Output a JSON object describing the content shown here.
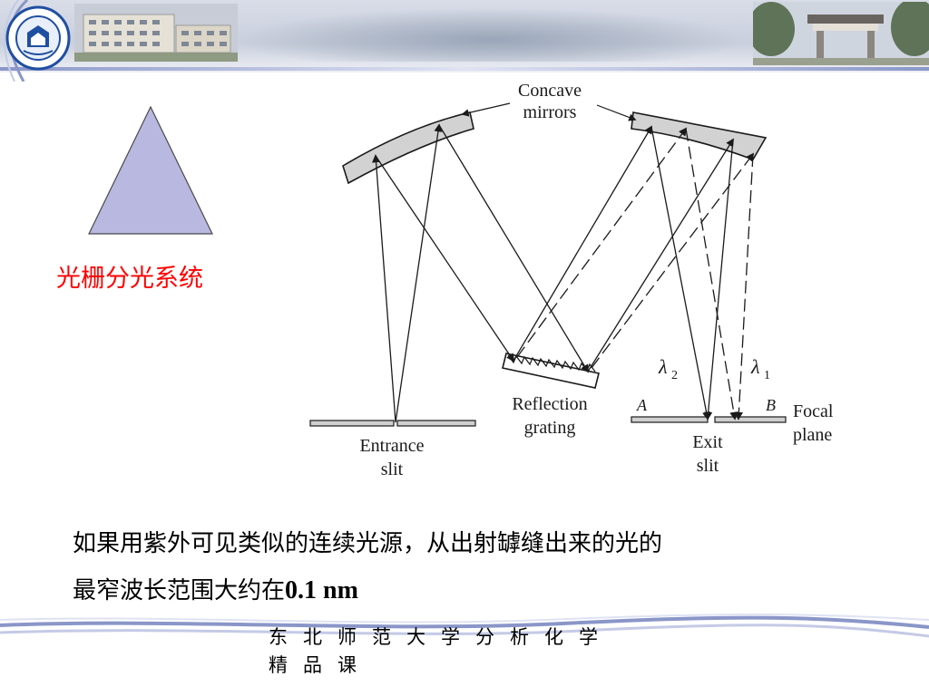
{
  "side_label": "光栅分光系统",
  "diagram": {
    "mirror_label_line1": "Concave",
    "mirror_label_line2": "mirrors",
    "grating_label_line1": "Reflection",
    "grating_label_line2": "grating",
    "entrance_label_line1": "Entrance",
    "entrance_label_line2": "slit",
    "exit_label_line1": "Exit",
    "exit_label_line2": "slit",
    "focal_label_line1": "Focal",
    "focal_label_line2": "plane",
    "point_a": "A",
    "point_b": "B",
    "lambda2_symbol": "λ",
    "lambda2_sub": "2",
    "lambda1_symbol": "λ",
    "lambda1_sub": "1"
  },
  "caption": {
    "line1": "如果用紫外可见类似的连续光源，从出射罅缝出来的光的",
    "line2_text": "最窄波长范围大约在",
    "line2_value": "0.1 nm"
  },
  "footer": {
    "line1": "东北师范大学分析化学",
    "line2": "精品课"
  },
  "colors": {
    "triangle_fill": "#b8b8e0",
    "side_label": "#ff0000",
    "header_accent": "#8a96c8"
  }
}
